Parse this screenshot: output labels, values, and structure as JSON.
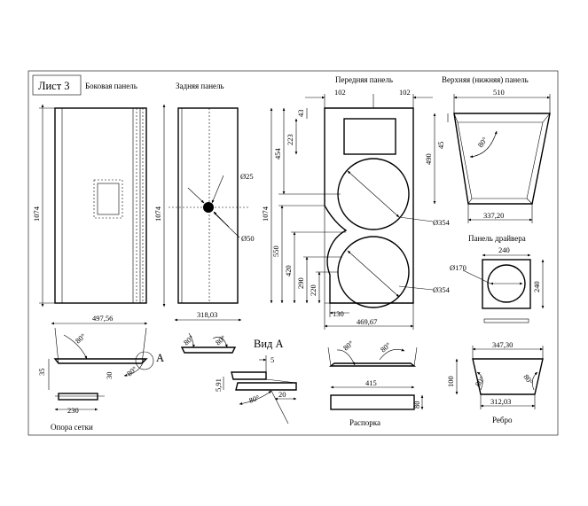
{
  "sheet": {
    "title": "Лист 3",
    "views": {
      "side_panel": "Боковая панель",
      "back_panel": "Задняя панель",
      "front_panel": "Передняя панель",
      "top_panel": "Верхняя (нижняя) панель",
      "driver_panel": "Панель драйвера",
      "view_a": "Вид А",
      "grille_support": "Опора сетки",
      "spacer": "Распорка",
      "rib": "Ребро"
    },
    "callout_a": "А"
  },
  "dimensions": {
    "side_height": "1074",
    "side_width": "497,56",
    "back_height": "1074",
    "back_width": "318,03",
    "back_hole_small": "Ø25",
    "back_hole_large": "Ø50",
    "front_left_margin": "102",
    "front_right_margin": "102",
    "front_top_offset": "43",
    "front_port_height": "223",
    "front_port_bottom": "454",
    "front_height": "1074",
    "front_mid_a": "550",
    "front_mid_b": "420",
    "front_mid_c": "290",
    "front_mid_d": "220",
    "front_bottom_offset": "130",
    "front_width": "469,67",
    "front_circle_upper": "Ø354",
    "front_circle_lower": "Ø354",
    "top_width": "510",
    "top_front_depth": "45",
    "top_depth": "490",
    "top_back_width": "337,20",
    "top_angle": "80°",
    "driver_width": "240",
    "driver_height": "240",
    "driver_hole": "Ø170",
    "support_angle_left": "80°",
    "support_angle_right": "80°",
    "support_height": "35",
    "support_thickness": "30",
    "support_length": "230",
    "back_angle_left": "80°",
    "back_angle_right": "80°",
    "view_a_top": "5",
    "view_a_height": "5,91",
    "view_a_angle": "80°",
    "view_a_width": "20",
    "spacer_angle_left": "80°",
    "spacer_angle_right": "80°",
    "spacer_length": "415",
    "spacer_height": "80",
    "rib_top_width": "347,30",
    "rib_height": "100",
    "rib_angle_left": "80°",
    "rib_angle_right": "80°",
    "rib_bottom_width": "312,03"
  },
  "colors": {
    "line": "#000000",
    "background": "#ffffff"
  }
}
